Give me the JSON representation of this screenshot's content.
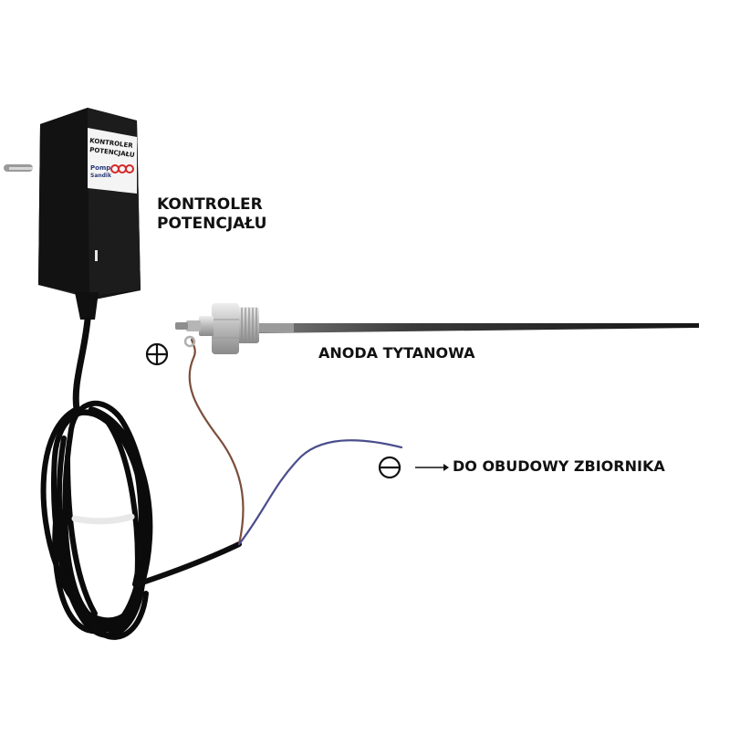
{
  "controller_label": {
    "line1": "KONTROLER",
    "line2": "POTENCJAŁU"
  },
  "anode_label": "ANODA TYTANOWA",
  "tank_label": "DO OBUDOWY ZBIORNIKA",
  "plus_symbol": "⊕",
  "minus_symbol": "⊖",
  "arrow_icon": "arrow-right-icon",
  "sticker": {
    "line1": "KONTROLER",
    "line2": "POTENCJAŁU",
    "brand1": "Pomp",
    "brand2": "Sandik"
  },
  "colors": {
    "background": "#ffffff",
    "adapter": "#151515",
    "cable": "#0d0d0d",
    "wire_positive": "#7a4e3a",
    "wire_negative": "#4a4e8c",
    "anode_fitting": "#c9c9c9",
    "anode_rod": "#2a2a2a",
    "text": "#111111"
  }
}
